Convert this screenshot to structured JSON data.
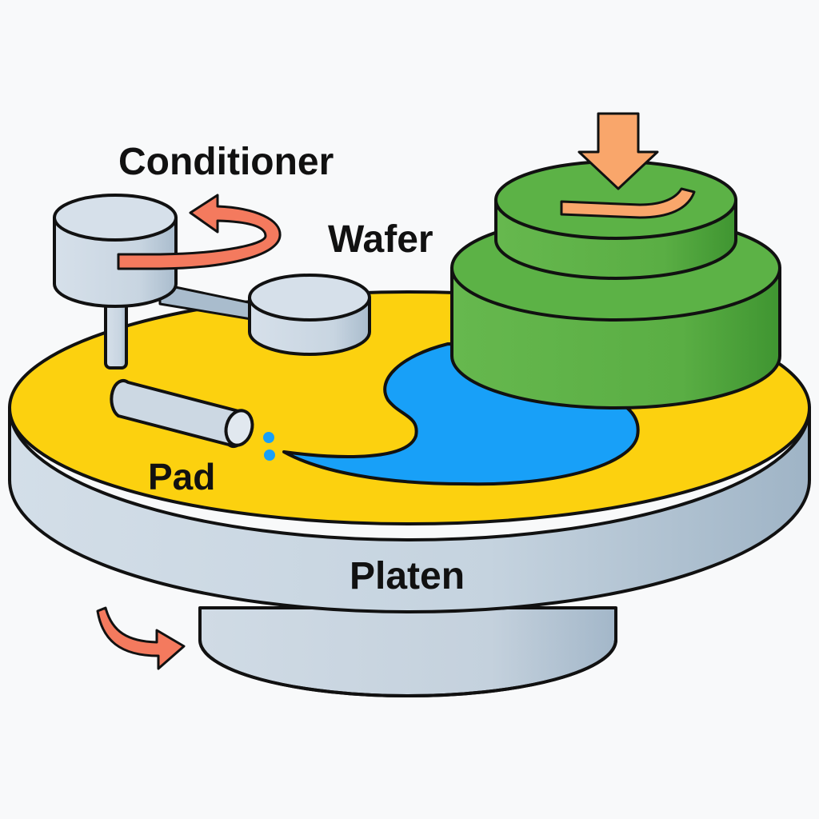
{
  "labels": {
    "conditioner": "Conditioner",
    "wafer": "Wafer",
    "pad": "Pad",
    "platen": "Platen"
  },
  "colors": {
    "outline": "#111111",
    "platen_fill": "#c9d6e2",
    "pad_fill": "#fcd10f",
    "slurry_fill": "#18a0f8",
    "carrier_fill": "#5cb246",
    "conditioner_fill": "#c9d6e2",
    "arrow_fill": "#f47a5e",
    "pressure_arrow_fill": "#f9a66b"
  },
  "icons": {
    "rotation_conditioner": "curved-arrow-icon",
    "rotation_carrier": "curved-arrow-icon",
    "rotation_platen": "curved-arrow-icon",
    "downforce": "down-arrow-icon",
    "slurry_drops": "droplet-icon"
  }
}
